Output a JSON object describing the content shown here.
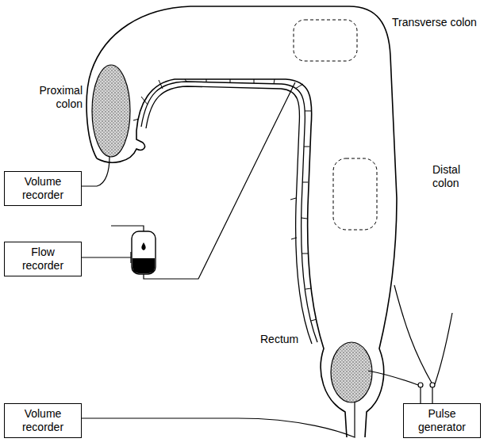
{
  "diagram": {
    "nodes": [
      {
        "text": [
          "Volume recorder"
        ]
      },
      {
        "text": [
          "Flow recorder"
        ]
      },
      {
        "text": [
          "Volume recorder"
        ]
      },
      {
        "text": [
          "Pulse generator"
        ]
      }
    ],
    "labels": [
      "Transverse colon",
      "Proximal colon",
      "Distal colon",
      "Rectum"
    ]
  }
}
